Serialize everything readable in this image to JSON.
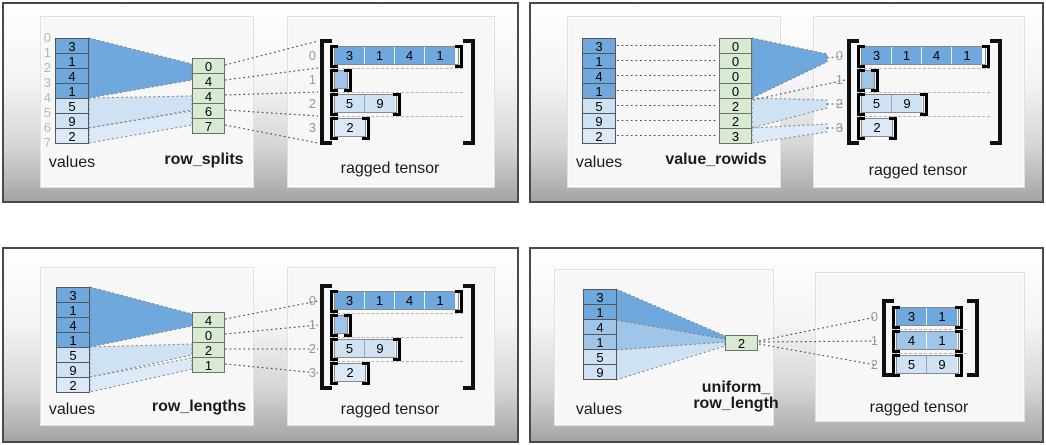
{
  "colors": {
    "cell_dark": "#6fa8dc",
    "cell_medium": "#9fc5e8",
    "cell_light": "#cfe2f3",
    "cell_lighter": "#dce9f7",
    "param_fill": "#d9ead3"
  },
  "panels": [
    {
      "name": "row_splits",
      "values_label": "values",
      "param_label_lines": [
        "row_splits"
      ],
      "tensor_label": "ragged tensor",
      "values": [
        "3",
        "1",
        "4",
        "1",
        "5",
        "9",
        "2"
      ],
      "values_shades": [
        "dark",
        "dark",
        "dark",
        "dark",
        "light",
        "light",
        "lighter"
      ],
      "value_indices": [
        "0",
        "1",
        "2",
        "3",
        "4",
        "5",
        "6",
        "7"
      ],
      "param_cells": [
        "0",
        "4",
        "4",
        "6",
        "7"
      ],
      "tensor_rows": [
        {
          "label": "0",
          "cells": [
            "3",
            "1",
            "4",
            "1"
          ],
          "shade": "dark"
        },
        {
          "label": "1",
          "cells": [],
          "shade": "medium"
        },
        {
          "label": "2",
          "cells": [
            "5",
            "9"
          ],
          "shade": "light"
        },
        {
          "label": "3",
          "cells": [
            "2"
          ],
          "shade": "lighter"
        }
      ]
    },
    {
      "name": "value_rowids",
      "values_label": "values",
      "param_label_lines": [
        "value_rowids"
      ],
      "tensor_label": "ragged tensor",
      "values": [
        "3",
        "1",
        "4",
        "1",
        "5",
        "9",
        "2"
      ],
      "values_shades": [
        "dark",
        "dark",
        "dark",
        "dark",
        "light",
        "light",
        "lighter"
      ],
      "param_cells": [
        "0",
        "0",
        "0",
        "0",
        "2",
        "2",
        "3"
      ],
      "tensor_rows": [
        {
          "label": "0",
          "cells": [
            "3",
            "1",
            "4",
            "1"
          ],
          "shade": "dark"
        },
        {
          "label": "1",
          "cells": [],
          "shade": "medium"
        },
        {
          "label": "2",
          "cells": [
            "5",
            "9"
          ],
          "shade": "light"
        },
        {
          "label": "3",
          "cells": [
            "2"
          ],
          "shade": "lighter"
        }
      ]
    },
    {
      "name": "row_lengths",
      "values_label": "values",
      "param_label_lines": [
        "row_lengths"
      ],
      "tensor_label": "ragged tensor",
      "values": [
        "3",
        "1",
        "4",
        "1",
        "5",
        "9",
        "2"
      ],
      "values_shades": [
        "dark",
        "dark",
        "dark",
        "dark",
        "light",
        "light",
        "lighter"
      ],
      "param_cells": [
        "4",
        "0",
        "2",
        "1"
      ],
      "tensor_rows": [
        {
          "label": "0",
          "cells": [
            "3",
            "1",
            "4",
            "1"
          ],
          "shade": "dark"
        },
        {
          "label": "1",
          "cells": [],
          "shade": "medium"
        },
        {
          "label": "2",
          "cells": [
            "5",
            "9"
          ],
          "shade": "light"
        },
        {
          "label": "3",
          "cells": [
            "2"
          ],
          "shade": "lighter"
        }
      ]
    },
    {
      "name": "uniform_row_length",
      "values_label": "values",
      "param_label_lines": [
        "uniform_",
        "row_length"
      ],
      "tensor_label": "ragged tensor",
      "values": [
        "3",
        "1",
        "4",
        "1",
        "5",
        "9"
      ],
      "values_shades": [
        "dark",
        "dark",
        "medium",
        "medium",
        "light",
        "light"
      ],
      "param_cells": [
        "2"
      ],
      "tensor_rows": [
        {
          "label": "0",
          "cells": [
            "3",
            "1"
          ],
          "shade": "dark"
        },
        {
          "label": "1",
          "cells": [
            "4",
            "1"
          ],
          "shade": "medium"
        },
        {
          "label": "2",
          "cells": [
            "5",
            "9"
          ],
          "shade": "light"
        }
      ]
    }
  ]
}
